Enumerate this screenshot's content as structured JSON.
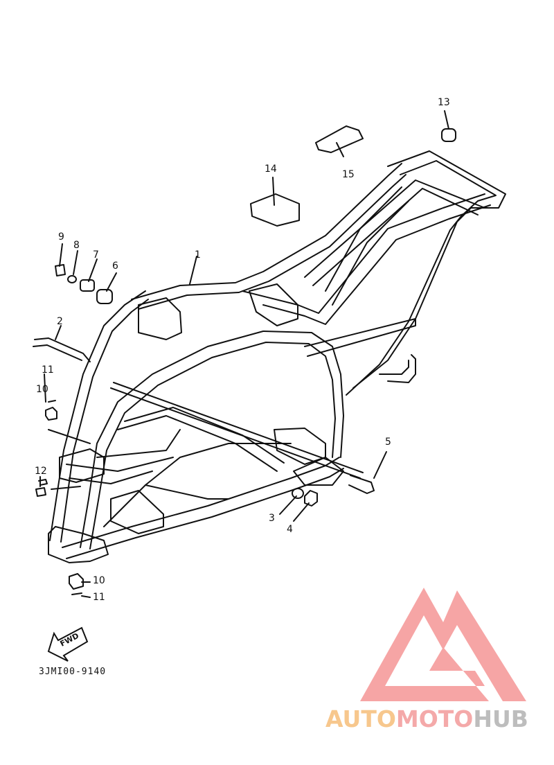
{
  "diagram": {
    "callouts": [
      "1",
      "2",
      "3",
      "4",
      "5",
      "6",
      "7",
      "8",
      "9",
      "10",
      "11",
      "12",
      "13",
      "14",
      "15",
      "10",
      "11"
    ],
    "part_code": "3JMI00-9140",
    "fwd_label": "FWD"
  },
  "watermark": {
    "word_a": "AUTO",
    "word_b": "MOTO",
    "word_c": "HUB",
    "colors": {
      "a": "#f7c78d",
      "b": "#f4a9a9",
      "c": "#bdbdbd",
      "logo": "#f5a0a0"
    }
  }
}
